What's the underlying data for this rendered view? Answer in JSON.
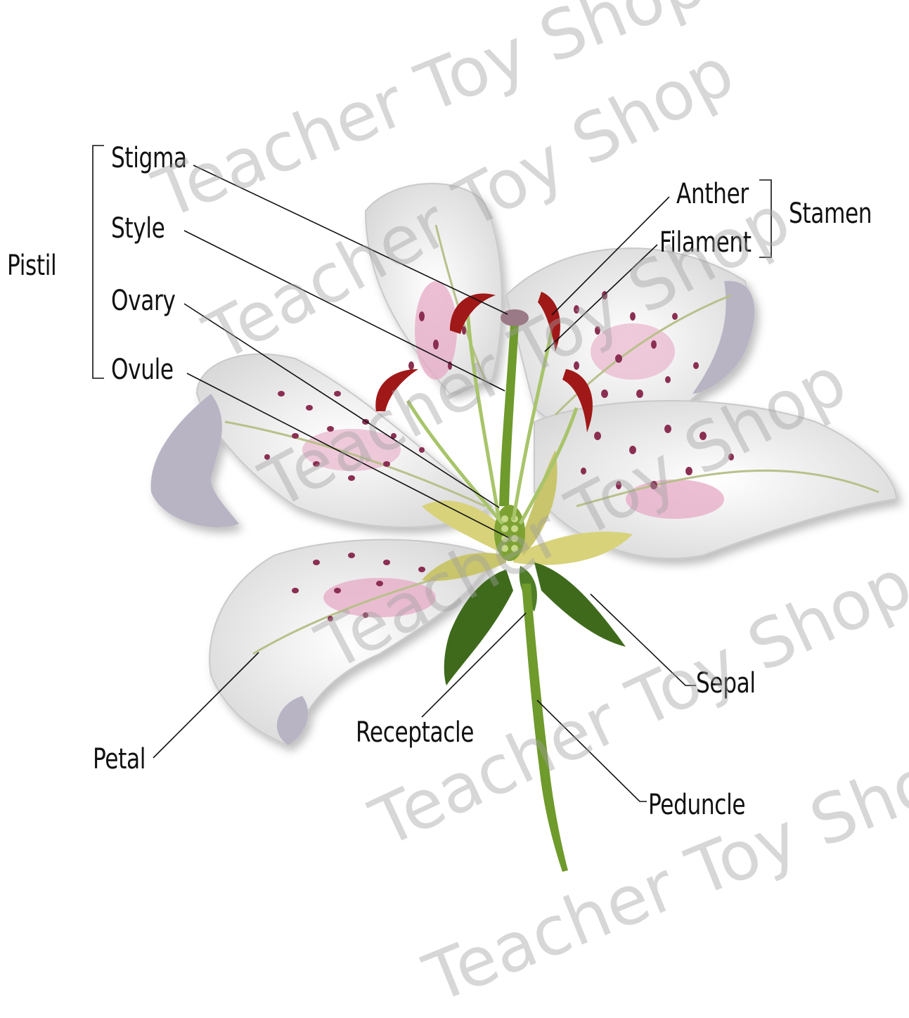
{
  "diagram": {
    "labels": {
      "stigma": "Stigma",
      "style": "Style",
      "ovary": "Ovary",
      "ovule": "Ovule",
      "pistil": "Pistil",
      "anther": "Anther",
      "filament": "Filament",
      "stamen": "Stamen",
      "sepal": "Sepal",
      "receptacle": "Receptacle",
      "peduncle": "Peduncle",
      "petal": "Petal"
    },
    "watermark": "Teacher Toy Shop",
    "colors": {
      "petal": "#f2f2f2",
      "petal_shade": "#b9b4c4",
      "pink": "#e7a9c6",
      "spots": "#8a2e52",
      "anther": "#a01818",
      "stem": "#6f9a2c",
      "sepal": "#3f6a1c",
      "line": "#111111"
    }
  }
}
